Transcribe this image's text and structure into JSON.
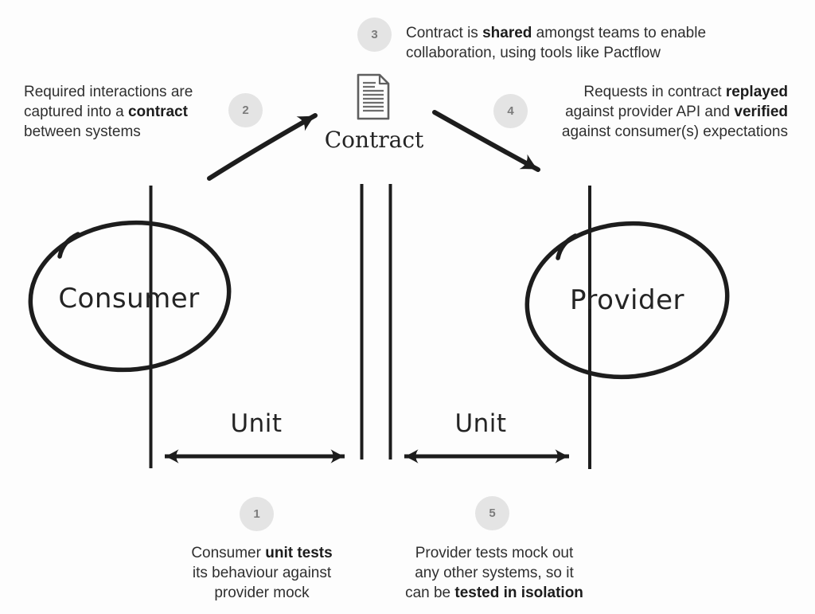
{
  "colors": {
    "background": "#fdfdfd",
    "ink": "#1d1d1d",
    "text": "#2f2f2f",
    "badge_bg": "#e4e4e4",
    "badge_text": "#7c7c7c",
    "icon_gray": "#5f5f5f"
  },
  "nodes": {
    "consumer": {
      "label": "Consumer"
    },
    "provider": {
      "label": "Provider"
    },
    "contract": {
      "label": "Contract",
      "icon": "document-icon"
    }
  },
  "unit": {
    "left": "Unit",
    "right": "Unit"
  },
  "steps": {
    "s1": {
      "number": "1",
      "lines": [
        [
          {
            "t": "Consumer "
          },
          {
            "t": "unit tests",
            "b": true
          }
        ],
        [
          {
            "t": "its behaviour against"
          }
        ],
        [
          {
            "t": "provider mock"
          }
        ]
      ]
    },
    "s2": {
      "number": "2",
      "lines": [
        [
          {
            "t": "Required interactions are"
          }
        ],
        [
          {
            "t": "captured into a "
          },
          {
            "t": "contract",
            "b": true
          }
        ],
        [
          {
            "t": "between systems"
          }
        ]
      ]
    },
    "s3": {
      "number": "3",
      "lines": [
        [
          {
            "t": "Contract is "
          },
          {
            "t": "shared",
            "b": true
          },
          {
            "t": " amongst teams to enable"
          }
        ],
        [
          {
            "t": "collaboration, using tools like Pactflow"
          }
        ]
      ]
    },
    "s4": {
      "number": "4",
      "lines": [
        [
          {
            "t": "Requests in contract "
          },
          {
            "t": "replayed",
            "b": true
          }
        ],
        [
          {
            "t": "against provider API and "
          },
          {
            "t": "verified",
            "b": true
          }
        ],
        [
          {
            "t": "against consumer(s) expectations"
          }
        ]
      ]
    },
    "s5": {
      "number": "5",
      "lines": [
        [
          {
            "t": "Provider tests mock out"
          }
        ],
        [
          {
            "t": "any other systems, so it"
          }
        ],
        [
          {
            "t": "can be "
          },
          {
            "t": "tested in isolation",
            "b": true
          }
        ]
      ]
    }
  }
}
